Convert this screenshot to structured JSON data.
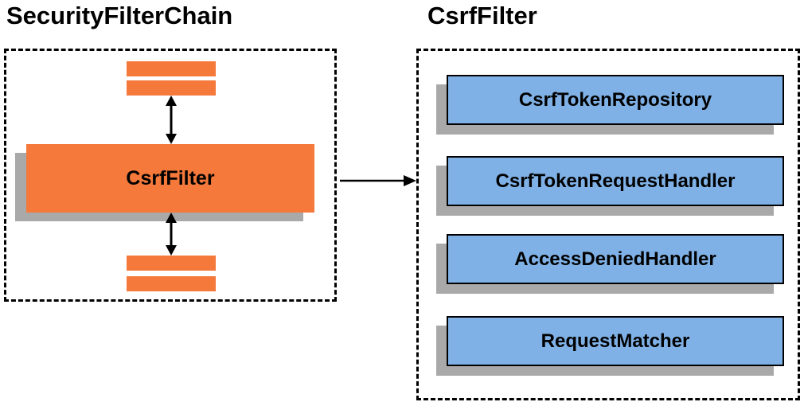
{
  "left_panel": {
    "title": "SecurityFilterChain",
    "filter_box_label": "CsrfFilter"
  },
  "right_panel": {
    "title": "CsrfFilter",
    "items": [
      "CsrfTokenRepository",
      "CsrfTokenRequestHandler",
      "AccessDeniedHandler",
      "RequestMatcher"
    ]
  },
  "colors": {
    "orange": "#F4793B",
    "blue": "#7FB1E6",
    "shadow": "#A9A9A9",
    "border": "#000000"
  }
}
